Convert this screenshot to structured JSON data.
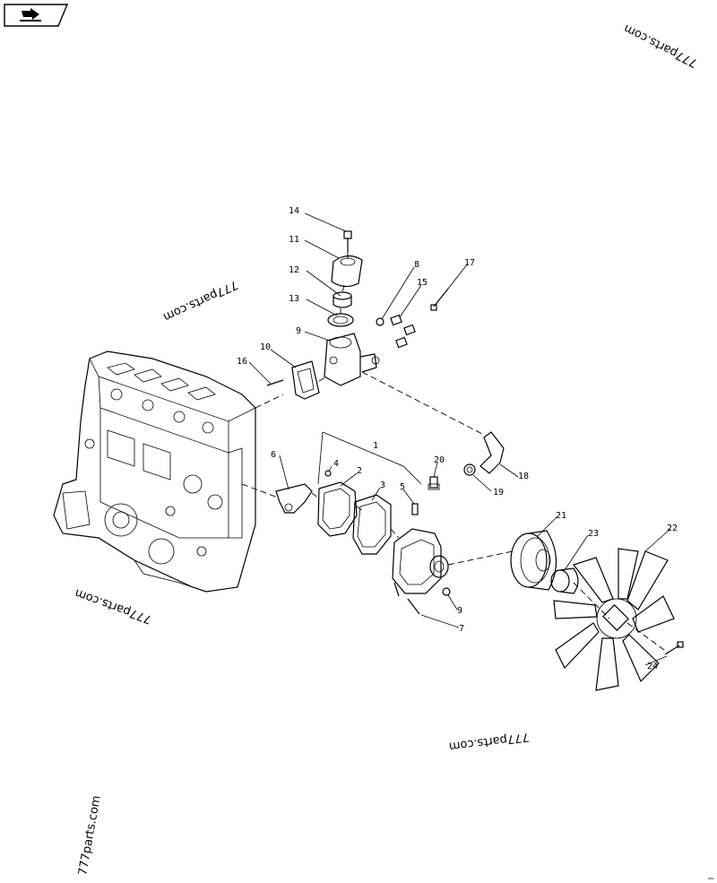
{
  "nav": {
    "icon": "back-arrow-icon"
  },
  "watermarks": [
    "777parts.com",
    "777parts.com",
    "777parts.com",
    "777parts.com",
    "777parts.com"
  ],
  "callouts": [
    "14",
    "11",
    "12",
    "13",
    "9",
    "8",
    "15",
    "17",
    "10",
    "16",
    "1",
    "6",
    "4",
    "2",
    "3",
    "5",
    "20",
    "19",
    "18",
    "21",
    "23",
    "22",
    "9",
    "7",
    "24"
  ]
}
